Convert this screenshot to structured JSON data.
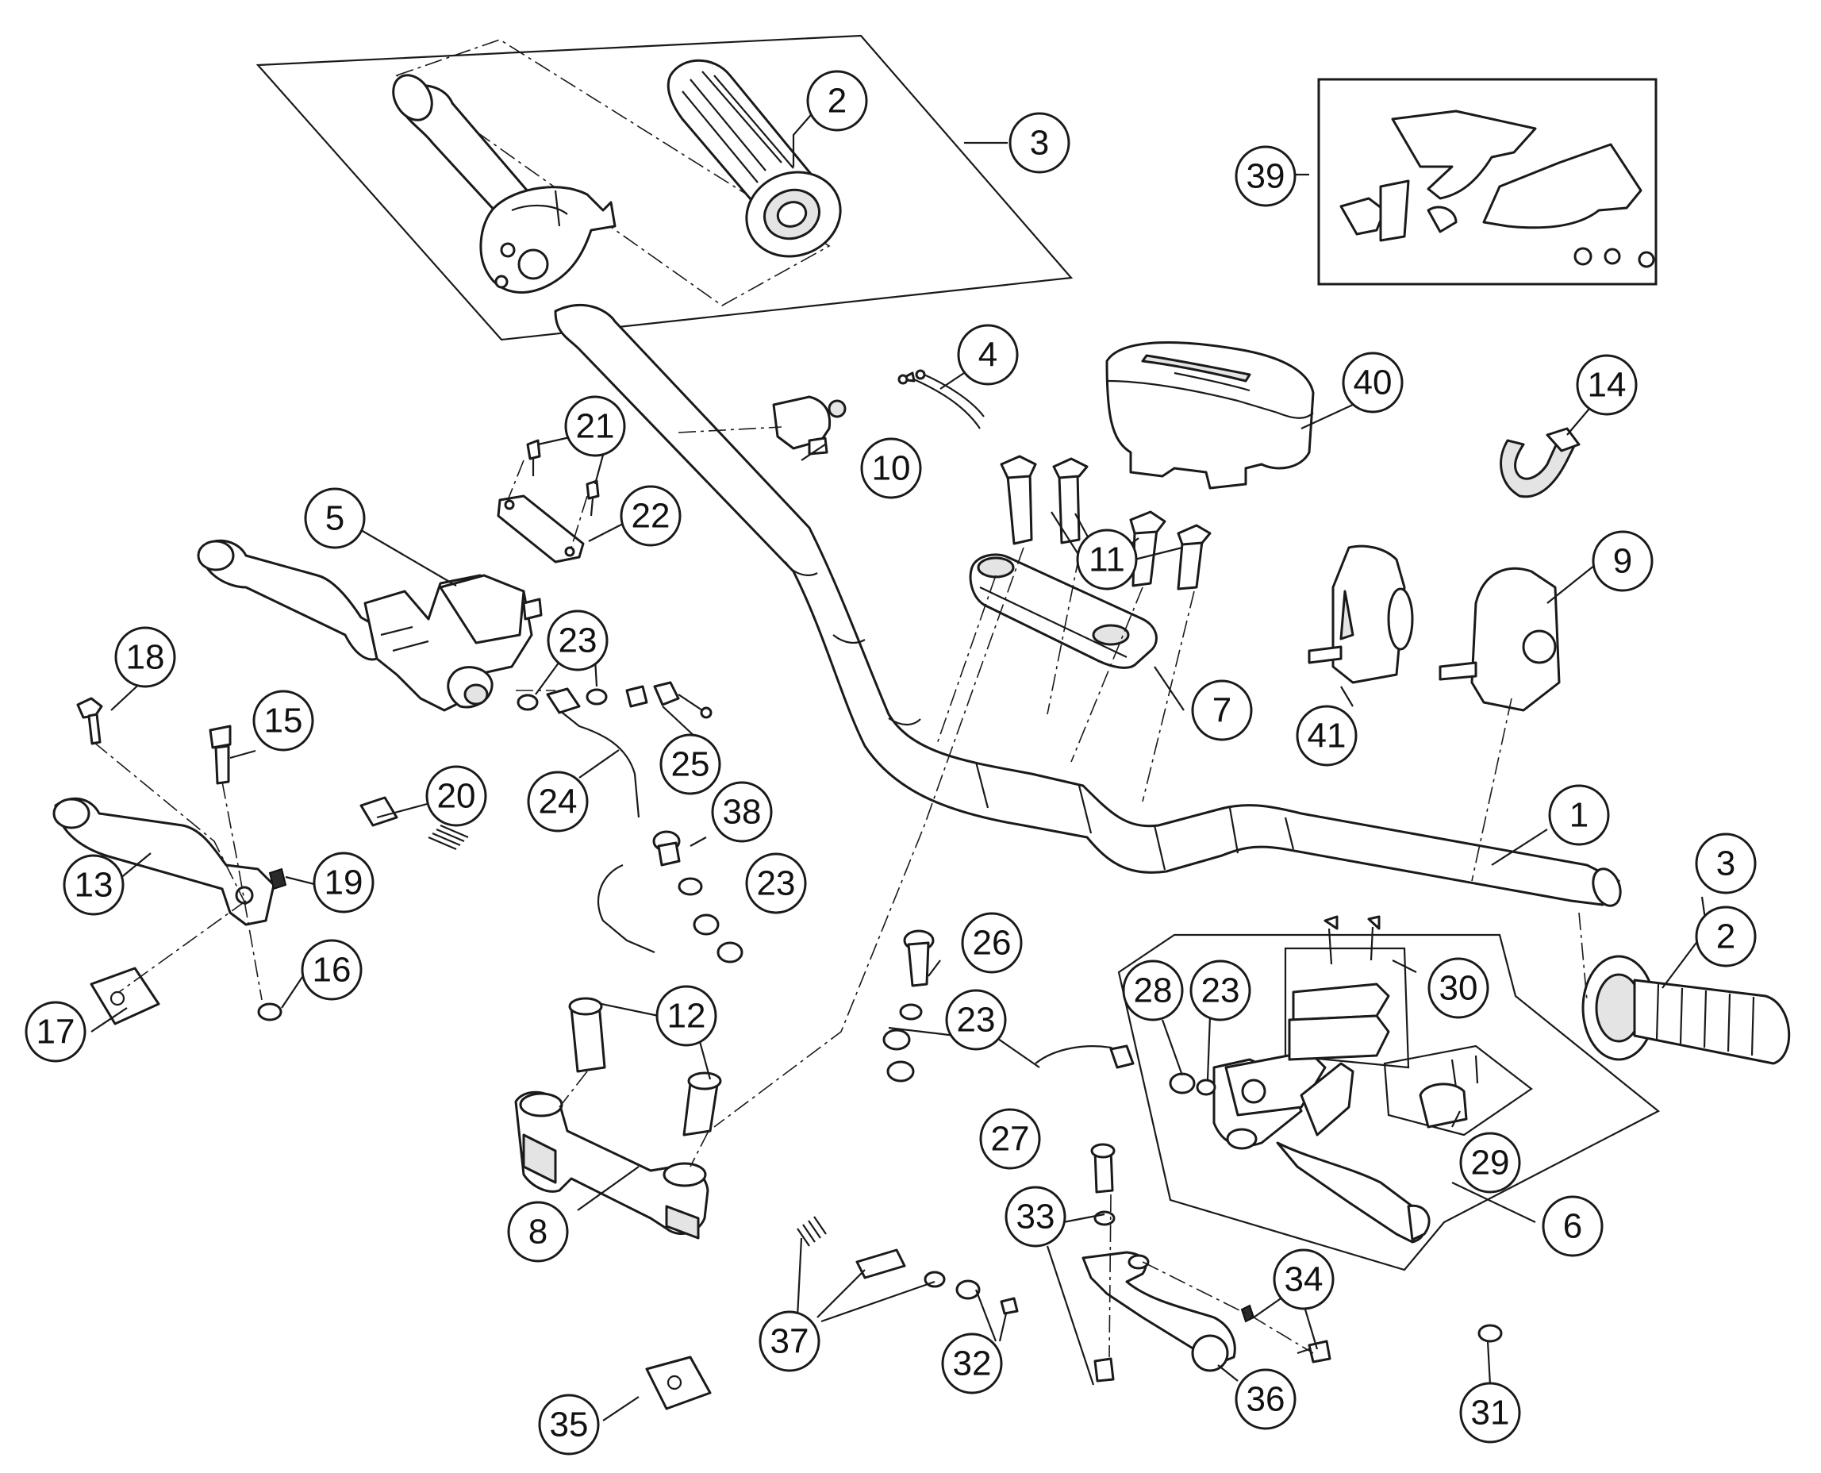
{
  "callouts": [
    {
      "id": "c1",
      "label": "1"
    },
    {
      "id": "c2a",
      "label": "2"
    },
    {
      "id": "c2b",
      "label": "2"
    },
    {
      "id": "c3a",
      "label": "3"
    },
    {
      "id": "c3b",
      "label": "3"
    },
    {
      "id": "c4",
      "label": "4"
    },
    {
      "id": "c5",
      "label": "5"
    },
    {
      "id": "c6",
      "label": "6"
    },
    {
      "id": "c7",
      "label": "7"
    },
    {
      "id": "c8",
      "label": "8"
    },
    {
      "id": "c9",
      "label": "9"
    },
    {
      "id": "c10",
      "label": "10"
    },
    {
      "id": "c11",
      "label": "11"
    },
    {
      "id": "c12",
      "label": "12"
    },
    {
      "id": "c13",
      "label": "13"
    },
    {
      "id": "c14",
      "label": "14"
    },
    {
      "id": "c15",
      "label": "15"
    },
    {
      "id": "c16",
      "label": "16"
    },
    {
      "id": "c17",
      "label": "17"
    },
    {
      "id": "c18",
      "label": "18"
    },
    {
      "id": "c19",
      "label": "19"
    },
    {
      "id": "c20",
      "label": "20"
    },
    {
      "id": "c21",
      "label": "21"
    },
    {
      "id": "c22",
      "label": "22"
    },
    {
      "id": "c23a",
      "label": "23"
    },
    {
      "id": "c23b",
      "label": "23"
    },
    {
      "id": "c23c",
      "label": "23"
    },
    {
      "id": "c23d",
      "label": "23"
    },
    {
      "id": "c24",
      "label": "24"
    },
    {
      "id": "c25",
      "label": "25"
    },
    {
      "id": "c26",
      "label": "26"
    },
    {
      "id": "c27",
      "label": "27"
    },
    {
      "id": "c28",
      "label": "28"
    },
    {
      "id": "c29",
      "label": "29"
    },
    {
      "id": "c30",
      "label": "30"
    },
    {
      "id": "c31",
      "label": "31"
    },
    {
      "id": "c32",
      "label": "32"
    },
    {
      "id": "c33",
      "label": "33"
    },
    {
      "id": "c34",
      "label": "34"
    },
    {
      "id": "c35",
      "label": "35"
    },
    {
      "id": "c36",
      "label": "36"
    },
    {
      "id": "c37",
      "label": "37"
    },
    {
      "id": "c38",
      "label": "38"
    },
    {
      "id": "c39",
      "label": "39"
    },
    {
      "id": "c40",
      "label": "40"
    },
    {
      "id": "c41",
      "label": "41"
    }
  ]
}
